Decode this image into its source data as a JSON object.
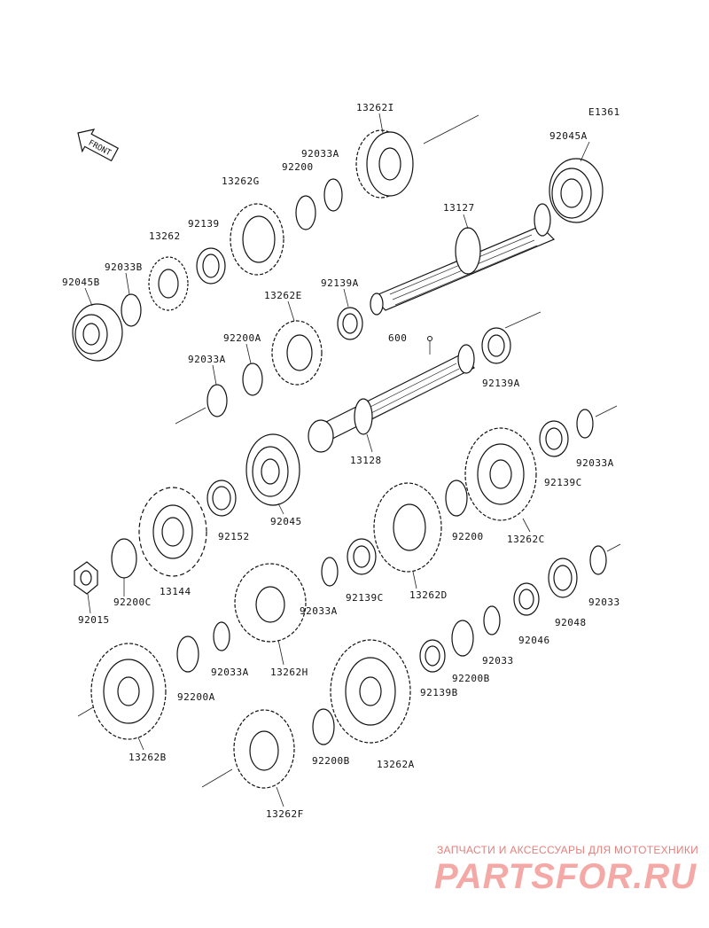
{
  "drawing_code": "E1361",
  "front_label": "FRONT",
  "labels": {
    "l_13262I": "13262I",
    "l_92033A_top": "92033A",
    "l_92200_top": "92200",
    "l_92045A": "92045A",
    "l_13262G": "13262G",
    "l_92139": "92139",
    "l_13127": "13127",
    "l_13262": "13262",
    "l_92033B": "92033B",
    "l_92045B": "92045B",
    "l_92139A_top": "92139A",
    "l_13262E": "13262E",
    "l_92200A_top": "92200A",
    "l_600": "600",
    "l_92033A_mid": "92033A",
    "l_92139A_mid": "92139A",
    "l_13128": "13128",
    "l_92045": "92045",
    "l_92152": "92152",
    "l_92033A_right": "92033A",
    "l_92139C_right": "92139C",
    "l_92200_mid": "92200",
    "l_13262C": "13262C",
    "l_13144": "13144",
    "l_92200C": "92200C",
    "l_92015": "92015",
    "l_92139C_mid": "92139C",
    "l_13262D": "13262D",
    "l_92033A_low": "92033A",
    "l_92033": "92033",
    "l_92048": "92048",
    "l_92046": "92046",
    "l_13262H": "13262H",
    "l_92033A_low2": "92033A",
    "l_92200A_low": "92200A",
    "l_92033_low": "92033",
    "l_92200B_right": "92200B",
    "l_92139B": "92139B",
    "l_13262B": "13262B",
    "l_92200B_low": "92200B",
    "l_13262A": "13262A",
    "l_13262F": "13262F"
  },
  "watermark": {
    "subtitle": "ЗАПЧАСТИ И АКСЕССУАРЫ ДЛЯ МОТОТЕХНИКИ",
    "logo": "PARTSFOR.RU"
  }
}
